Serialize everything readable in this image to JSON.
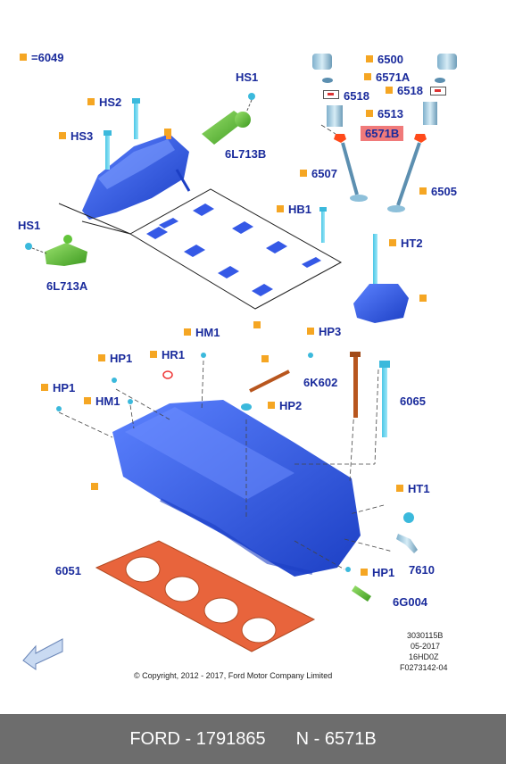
{
  "legend": {
    "code": "=6049"
  },
  "labels": {
    "hs2": "HS2",
    "hs3": "HS3",
    "hs1_top": "HS1",
    "l713b": "6L713B",
    "hs1_left": "HS1",
    "l713a": "6L713A",
    "hb1": "HB1",
    "ht2": "HT2",
    "p6500": "6500",
    "p6571a": "6571A",
    "p6518a": "6518",
    "p6518b": "6518",
    "p6513": "6513",
    "p6571b": "6571B",
    "p6507": "6507",
    "p6505": "6505",
    "hm1_top": "HM1",
    "hp1_a": "HP1",
    "hr1": "HR1",
    "hp3": "HP3",
    "hp1_b": "HP1",
    "hm1_b": "HM1",
    "k602": "6K602",
    "p6065": "6065",
    "hp2": "HP2",
    "ht1": "HT1",
    "hp1_c": "HP1",
    "p7610": "7610",
    "p6051": "6051",
    "g004": "6G004"
  },
  "meta": {
    "line1": "3030115B",
    "line2": "05-2017",
    "line3": "16HD0Z",
    "line4": "F0273142-04"
  },
  "copyright": "© Copyright, 2012 - 2017, Ford Motor Company Limited",
  "footer": {
    "part": "FORD - 1791865",
    "ref": "N - 6571B"
  },
  "colors": {
    "part_blue": "#2f57e0",
    "gasket": "#e8643c",
    "green": "#62c43a",
    "label": "#1a2b9c",
    "marker": "#f5a623",
    "highlight": "#f07a7a",
    "footer_bg": "#6d6d6d"
  }
}
